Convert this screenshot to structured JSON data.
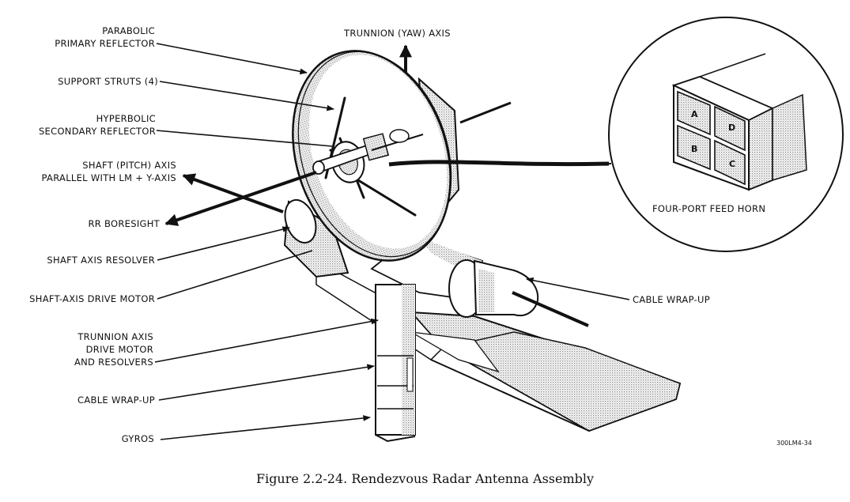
{
  "figure": {
    "caption": "Figure 2.2-24.  Rendezvous Radar Antenna Assembly",
    "drawing_id": "300LM4-34"
  },
  "labels": {
    "parabolic_primary_reflector": [
      "PARABOLIC",
      "PRIMARY  REFLECTOR"
    ],
    "support_struts": [
      "SUPPORT  STRUTS  (4)"
    ],
    "hyperbolic_secondary_reflector": [
      "HYPERBOLIC",
      "SECONDARY  REFLECTOR"
    ],
    "shaft_pitch_axis": [
      "SHAFT  (PITCH)  AXIS",
      "PARALLEL  WITH  LM  + Y-AXIS"
    ],
    "rr_boresight": [
      "RR  BORESIGHT"
    ],
    "shaft_axis_resolver": [
      "SHAFT  AXIS  RESOLVER"
    ],
    "shaft_axis_drive_motor": [
      "SHAFT-AXIS  DRIVE  MOTOR"
    ],
    "trunnion_axis_drive_motor": [
      "TRUNNION  AXIS",
      "DRIVE  MOTOR",
      "AND RESOLVERS"
    ],
    "cable_wrap_up_left": [
      "CABLE  WRAP-UP"
    ],
    "gyros": [
      "GYROS"
    ],
    "trunnion_yaw_axis": [
      "TRUNNION  (YAW)  AXIS"
    ],
    "cable_wrap_up_right": [
      "CABLE  WRAP-UP"
    ],
    "four_port_feed_horn": [
      "FOUR-PORT  FEED  HORN"
    ]
  },
  "feed_horn_ports": [
    "A",
    "D",
    "B",
    "C"
  ]
}
